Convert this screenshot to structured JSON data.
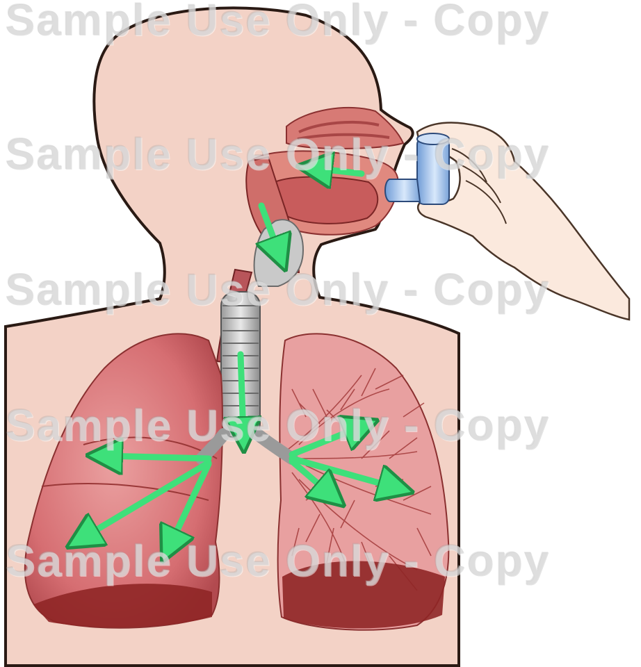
{
  "watermark": {
    "text_lines": [
      "Sample Use Only - Copy",
      "Sample Use Only - Copy",
      "Sample Use Only - Copy",
      "Sample Use Only - Copy",
      "Sample Use Only - Copy"
    ]
  },
  "colors": {
    "skin": "#f3d2c6",
    "outline": "#2a1a14",
    "lung": "#d9757a",
    "lung_dark": "#9e2a2a",
    "airflow_arrow": "#3ee07a",
    "inhaler": "#8fb8e6"
  },
  "icons": [
    "inhaler-icon",
    "airflow-arrow-icon"
  ]
}
